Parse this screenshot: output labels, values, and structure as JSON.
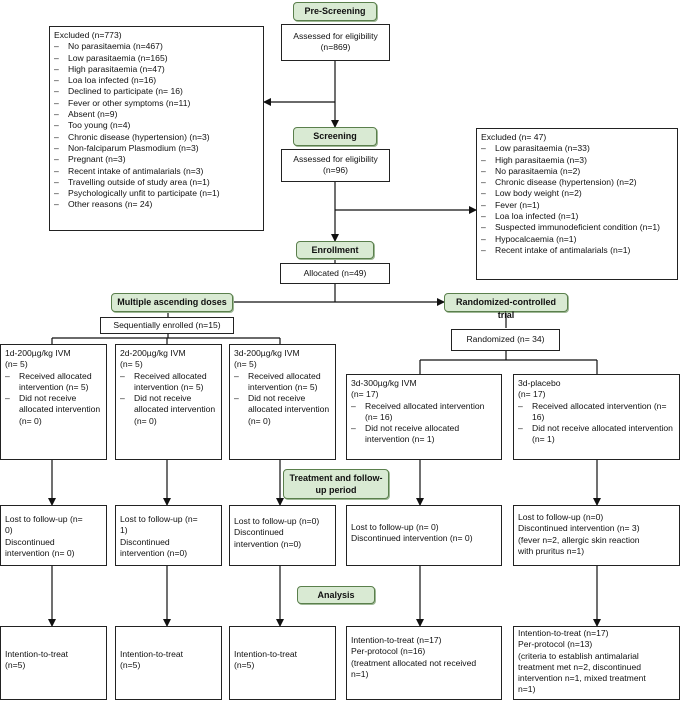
{
  "stages": {
    "pre_screening": "Pre-Screening",
    "screening": "Screening",
    "enrollment": "Enrollment",
    "mad": "Multiple ascending doses",
    "rct": "Randomized-controlled trial",
    "treatment": "Treatment and follow-up period",
    "analysis": "Analysis"
  },
  "prescreen_assessed": "Assessed for eligibility (n=869)",
  "excluded1": {
    "title": "Excluded  (n=773)",
    "items": [
      "No parasitaemia (n=467)",
      "Low parasitaemia (n=165)",
      "High parasitaemia (n=47)",
      "Loa loa infected (n=16)",
      "Declined to participate (n= 16)",
      "Fever or other symptoms (n=11)",
      "Absent (n=9)",
      "Too young (n=4)",
      "Chronic disease (hypertension) (n=3)",
      "Non-falciparum Plasmodium (n=3)",
      "Pregnant (n=3)",
      "Recent intake of antimalarials (n=3)",
      "Travelling outside of study area (n=1)",
      "Psychologically unfit to participate (n=1)",
      "Other reasons (n= 24)"
    ]
  },
  "screen_assessed": "Assessed for eligibility (n=96)",
  "excluded2": {
    "title": "Excluded  (n= 47)",
    "items": [
      "Low parasitaemia (n=33)",
      "High parasitaemia (n=3)",
      "No parasitaemia (n=2)",
      "Chronic disease (hypertension) (n=2)",
      "Low body weight (n=2)",
      "Fever (n=1)",
      "Loa loa infected (n=1)",
      "Suspected immunodeficient condition (n=1)",
      "Hypocalcaemia (n=1)",
      "Recent intake of antimalarials (n=1)"
    ]
  },
  "allocated": "Allocated (n=49)",
  "sequential": "Sequentially enrolled (n=15)",
  "randomized": "Randomized (n= 34)",
  "arms": [
    {
      "title": "1d-200µg/kg IVM",
      "n": "(n= 5)",
      "items": [
        "Received allocated intervention (n= 5)",
        "Did not receive allocated intervention (n= 0)"
      ],
      "followup": [
        "Lost to follow-up (n=",
        "0)",
        "Discontinued",
        "intervention (n= 0)"
      ],
      "analysis": [
        "Intention-to-treat",
        "(n=5)"
      ]
    },
    {
      "title": "2d-200µg/kg IVM",
      "n": "(n= 5)",
      "items": [
        "Received allocated intervention (n= 5)",
        "Did not receive allocated intervention (n= 0)"
      ],
      "followup": [
        "Lost to follow-up (n=",
        "1)",
        "Discontinued",
        "intervention (n=0)"
      ],
      "analysis": [
        "Intention-to-treat",
        "(n=5)"
      ]
    },
    {
      "title": "3d-200µg/kg IVM",
      "n": "(n= 5)",
      "items": [
        "Received allocated intervention (n= 5)",
        "Did not receive allocated intervention (n= 0)"
      ],
      "followup": [
        "Lost to follow-up (n=0)",
        "Discontinued",
        "intervention (n=0)"
      ],
      "analysis": [
        "Intention-to-treat",
        "(n=5)"
      ]
    },
    {
      "title": "3d-300µg/kg IVM",
      "n": "(n= 17)",
      "items": [
        "Received allocated intervention (n= 16)",
        "Did not receive allocated intervention (n= 1)"
      ],
      "followup": [
        "Lost to follow-up (n= 0)",
        "Discontinued intervention (n= 0)"
      ],
      "analysis": [
        "Intention-to-treat (n=17)",
        "Per-protocol (n=16)",
        "(treatment allocated not received",
        "n=1)"
      ]
    },
    {
      "title": "3d-placebo",
      "n": "(n= 17)",
      "items": [
        "Received allocated intervention (n= 16)",
        "Did not receive allocated intervention (n= 1)"
      ],
      "followup": [
        "Lost to follow-up (n=0)",
        "Discontinued intervention (n= 3)",
        "(fever n=2, allergic skin reaction",
        "with pruritus n=1)"
      ],
      "analysis": [
        "Intention-to-treat (n=17)",
        "Per-protocol (n=13)",
        "(criteria to establish antimalarial",
        "treatment met n=2, discontinued",
        "intervention n=1, mixed treatment",
        "n=1)"
      ]
    }
  ]
}
